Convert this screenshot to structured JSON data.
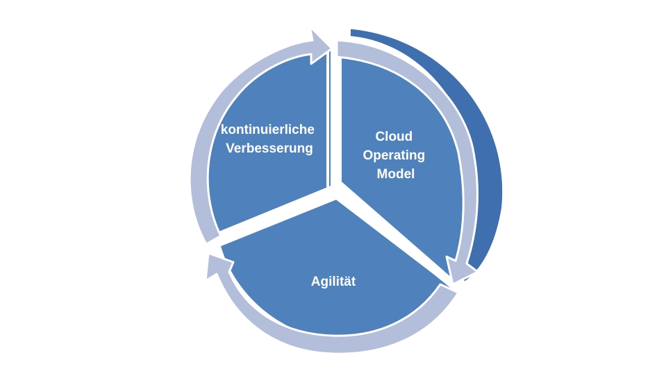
{
  "diagram": {
    "segments": [
      {
        "id": "improvement",
        "label_lines": [
          "kontinuierliche",
          "Verbesserung"
        ]
      },
      {
        "id": "com",
        "label_lines": [
          "Cloud",
          "Operating",
          "Model"
        ]
      },
      {
        "id": "agility",
        "label_lines": [
          "Agilität"
        ]
      }
    ],
    "colors": {
      "segment_fill": "#4f81bd",
      "segment_shadow": "#3f6fae",
      "arrow_fill": "#b3bedb",
      "arrow_stroke": "#ffffff",
      "label_color": "#ffffff"
    }
  }
}
